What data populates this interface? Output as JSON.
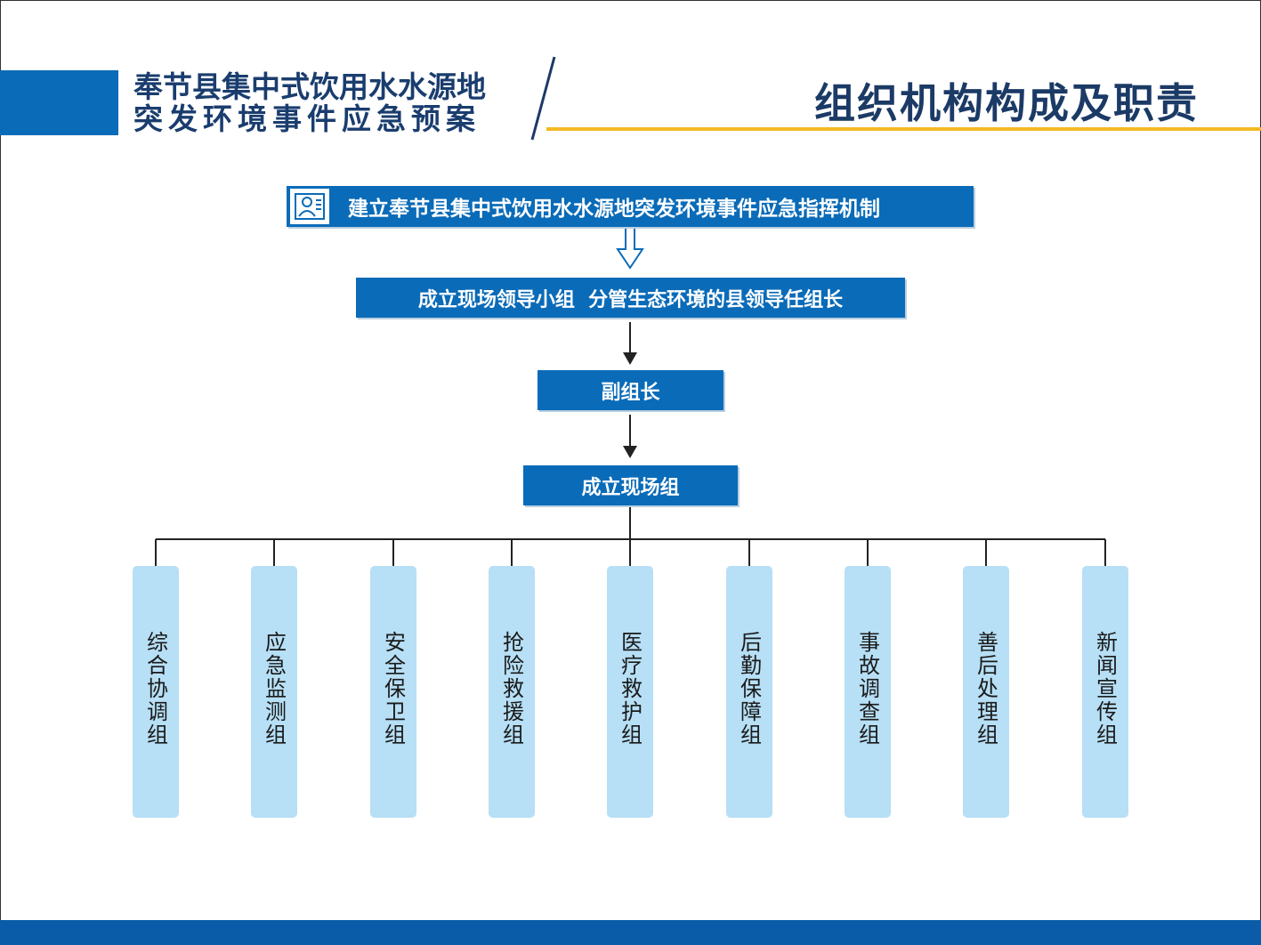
{
  "header": {
    "line1": "奉节县集中式饮用水水源地",
    "line2": "突发环境事件应急预案",
    "section_title": "组织机构构成及职责"
  },
  "chart": {
    "box_top": "建立奉节县集中式饮用水水源地突发环境事件应急指挥机制",
    "box_leader": "成立现场领导小组  分管生态环境的县领导任组长",
    "box_deputy": "副组长",
    "box_site": "成立现场组",
    "groups": [
      "综合协调组",
      "应急监测组",
      "安全保卫组",
      "抢险救援组",
      "医疗救护组",
      "后勤保障组",
      "事故调查组",
      "善后处理组",
      "新闻宣传组"
    ]
  },
  "icons": {
    "top_box_icon": "person-document-icon"
  },
  "colors": {
    "primary": "#0a6bb8",
    "accent": "#f2b824",
    "group_fill": "#b7dff5",
    "title": "#1b3a66"
  }
}
